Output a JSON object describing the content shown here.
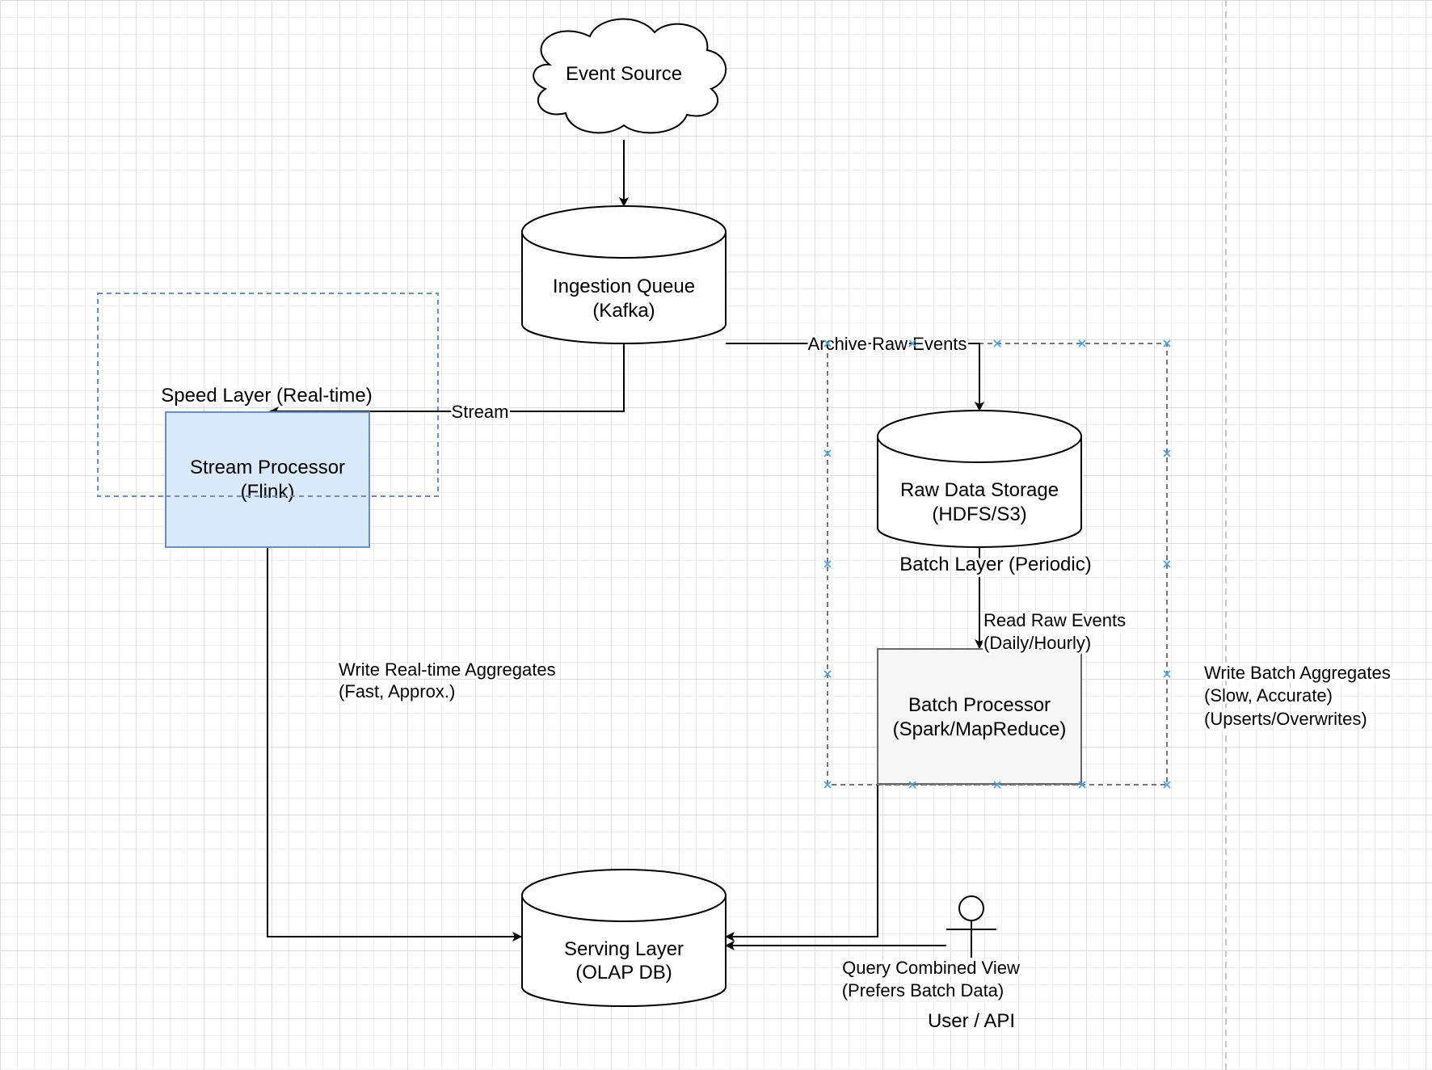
{
  "nodes": {
    "event_source": {
      "label": "Event Source"
    },
    "ingestion_queue": {
      "line1": "Ingestion Queue",
      "line2": "(Kafka)"
    },
    "stream_processor": {
      "line1": "Stream Processor",
      "line2": "(Flink)"
    },
    "raw_data_storage": {
      "line1": "Raw Data Storage",
      "line2": "(HDFS/S3)"
    },
    "batch_processor": {
      "line1": "Batch Processor",
      "line2": "(Spark/MapReduce)"
    },
    "serving_layer": {
      "line1": "Serving Layer",
      "line2": "(OLAP DB)"
    },
    "user_api": {
      "label": "User / API"
    }
  },
  "groups": {
    "speed_layer": {
      "label": "Speed Layer (Real-time)"
    },
    "batch_layer": {
      "label": "Batch Layer (Periodic)"
    }
  },
  "edges": {
    "stream": {
      "label": "Stream"
    },
    "archive": {
      "label": "Archive Raw Events"
    },
    "read_raw": {
      "line1": "Read Raw Events",
      "line2": "(Daily/Hourly)"
    },
    "write_realtime": {
      "line1": "Write Real-time Aggregates",
      "line2": "(Fast, Approx.)"
    },
    "write_batch": {
      "line1": "Write Batch Aggregates",
      "line2": "(Slow, Accurate)",
      "line3": "(Upserts/Overwrites)"
    },
    "query": {
      "line1": "Query Combined View",
      "line2": "(Prefers Batch Data)"
    }
  },
  "colors": {
    "stream_processor_fill": "#dae8fc",
    "stream_processor_stroke": "#6c8ebf",
    "batch_processor_fill": "#f5f5f5",
    "batch_processor_stroke": "#666666",
    "speed_group_stroke": "#6c8ebf",
    "batch_group_stroke": "#777777",
    "selection_handle": "#4a9fe0"
  }
}
